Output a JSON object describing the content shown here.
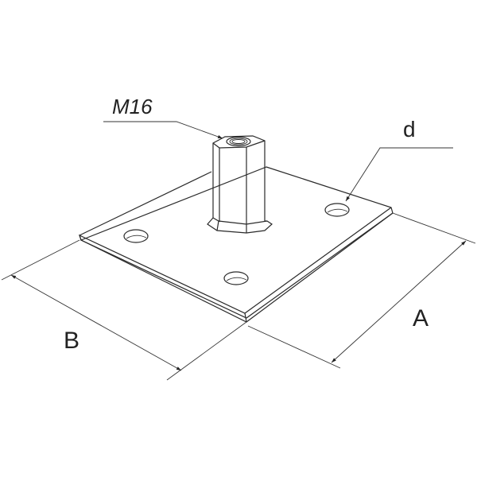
{
  "labels": {
    "thread": "M16",
    "hole_diameter": "d",
    "dim_a": "A",
    "dim_b": "B"
  },
  "colors": {
    "line": "#2a2a2a",
    "background": "#ffffff"
  }
}
